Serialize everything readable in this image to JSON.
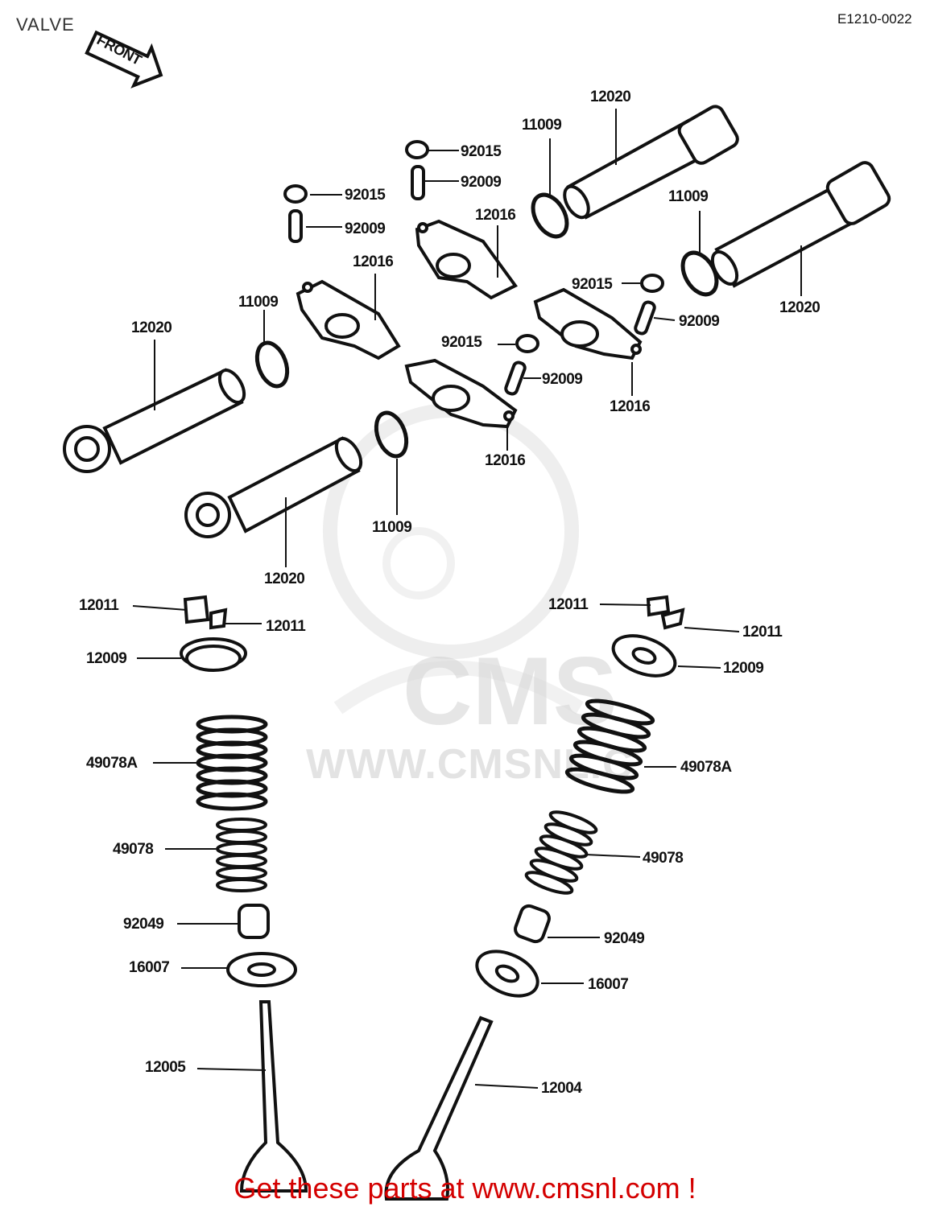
{
  "header": {
    "title": "VALVE",
    "front_label": "FRONT",
    "diagram_code": "E1210-0022"
  },
  "watermark": {
    "brand": "CMS",
    "url": "WWW.CMSNL.C"
  },
  "footer": {
    "text": "Get these parts at www.cmsnl.com !",
    "color": "#d40000"
  },
  "parts": {
    "p12020_top": "12020",
    "p11009_top": "11009",
    "p92015_a": "92015",
    "p92009_a": "92009",
    "p12016_a": "12016",
    "p92015_b": "92015",
    "p92009_b": "92009",
    "p11009_b": "11009",
    "p12016_b": "12016",
    "p11009_c": "11009",
    "p12020_left": "12020",
    "p12020_right": "12020",
    "p92015_c": "92015",
    "p92009_c": "92009",
    "p92015_d": "92015",
    "p92009_d": "92009",
    "p12016_c": "12016",
    "p12016_d": "12016",
    "p11009_d": "11009",
    "p12020_bottom": "12020",
    "p12011_la": "12011",
    "p12011_lb": "12011",
    "p12009_l": "12009",
    "p49078A_l": "49078A",
    "p49078_l": "49078",
    "p92049_l": "92049",
    "p16007_l": "16007",
    "p12005": "12005",
    "p12011_ra": "12011",
    "p12011_rb": "12011",
    "p12009_r": "12009",
    "p49078A_r": "49078A",
    "p49078_r": "49078",
    "p92049_r": "92049",
    "p16007_r": "16007",
    "p12004": "12004"
  }
}
